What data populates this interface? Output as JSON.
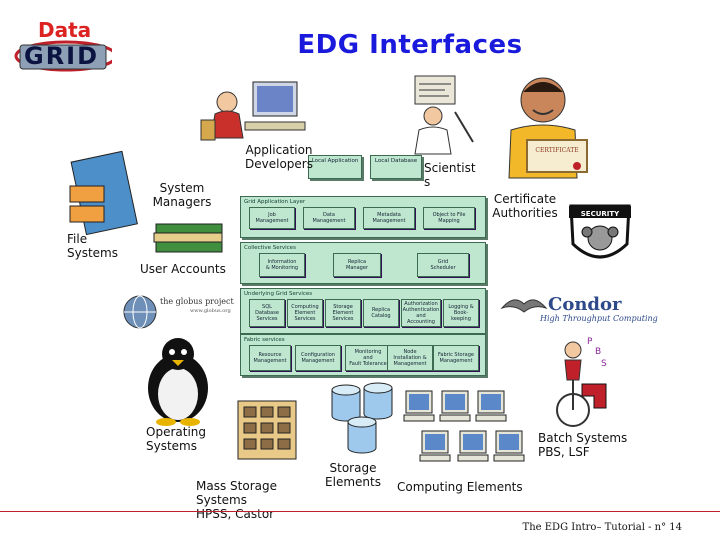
{
  "title": "EDG Interfaces",
  "logo": {
    "line1": "Data",
    "line2": "GRID"
  },
  "labels": {
    "app_developers": "Application\nDevelopers",
    "scientists": "Scientist\ns",
    "system_managers": "System\nManagers",
    "certificate_authorities": "Certificate\nAuthorities",
    "file_systems": "File\nSystems",
    "user_accounts": "User Accounts",
    "operating_systems": "Operating\nSystems",
    "batch_systems": "Batch Systems\nPBS, LSF",
    "mass_storage": "Mass Storage\nSystems\nHPSS, Castor",
    "storage_elements": "Storage\nElements",
    "computing_elements": "Computing Elements"
  },
  "icons": {
    "globus_text": "the globus project",
    "globus_url": "www.globus.org",
    "condor_text": "Condor",
    "condor_sub": "High Throughput Computing",
    "security_text": "SECURITY"
  },
  "architecture": {
    "top": {
      "local_application": "Local Application",
      "local_database": "Local Database"
    },
    "grid_app_layer": {
      "title": "Grid Application Layer",
      "boxes": [
        "Job\nManagement",
        "Data\nManagement",
        "Metadata\nManagement",
        "Object to File\nMapping"
      ]
    },
    "collective": {
      "title": "Collective Services",
      "boxes": [
        "Information\n& Monitoring",
        "Replica\nManager",
        "Grid\nScheduler"
      ]
    },
    "underlying": {
      "title": "Underlying Grid Services",
      "boxes": [
        "SQL\nDatabase\nServices",
        "Computing\nElement\nServices",
        "Storage\nElement\nServices",
        "Replica\nCatalog",
        "Authorization\nAuthentication\nand Accounting",
        "Logging &\nBook-\nkeeping"
      ]
    },
    "fabric": {
      "title": "Fabric services",
      "boxes": [
        "Resource\nManagement",
        "Configuration\nManagement",
        "Monitoring\nand\nFault Tolerance",
        "Node\nInstallation &\nManagement",
        "Fabric Storage\nManagement"
      ]
    }
  },
  "footer": "The EDG Intro– Tutorial - n° 14",
  "colors": {
    "title": "#1a1adc",
    "panel": "#bfe6cf",
    "footer_line": "#c0202a"
  }
}
